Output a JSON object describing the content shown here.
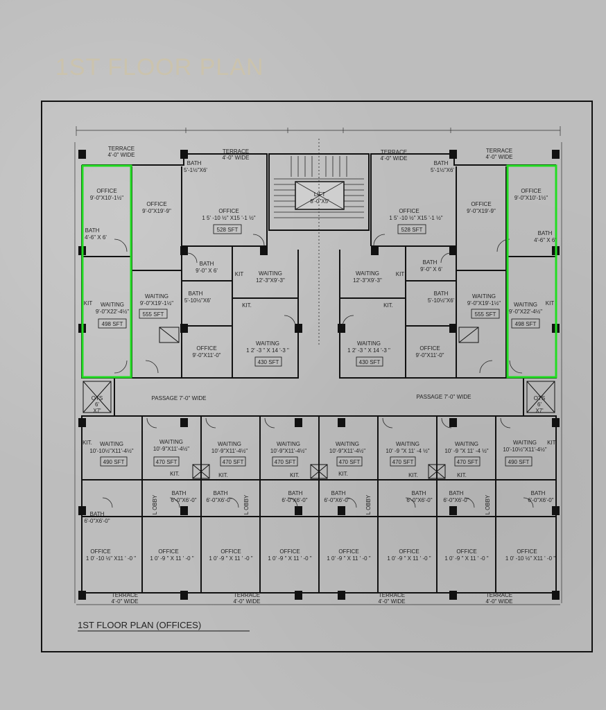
{
  "title": "1ST FLOOR PLAN",
  "caption": "1ST FLOOR PLAN (OFFICES)",
  "colors": {
    "highlight": "#22dd22",
    "wall": "#111111",
    "paper": "#bcbcbc"
  },
  "labels": {
    "terrace": "TERRACE",
    "terrace_wide": "4'-0\" WIDE",
    "office": "OFFICE",
    "bath": "BATH",
    "waiting": "WAITING",
    "kit": "KIT.",
    "kit_short": "KIT",
    "lobby": "L OBBY",
    "passage": "PASSAGE 7'-0\" WIDE",
    "lift": "LIFT",
    "lift_size": "8'-0\"X5'",
    "ots": "OTS",
    "ots_size": "6'",
    "ots_size2": "X7'"
  },
  "rooms": {
    "office_a": "9'-0\"X10'-1½\"",
    "bath_a": "4'-6\" X 6'",
    "waiting_a": "9'-0\"X22'-4½\"",
    "sft_a": "498 SFT",
    "office_b": "9'-0\"X19'-9\"",
    "waiting_b": "9'-0\"X19'-1½\"",
    "sft_b": "555 SFT",
    "office_c": "1 5' -10 ½\" X15 '-1 ½\"",
    "sft_c": "528 SFT",
    "bath_c": "5'-1½\"X6'",
    "bath_d": "9'-0\" X 6'",
    "bath_e": "5'-10½\"X6'",
    "waiting_c": "12'-3\"X9'-3\"",
    "waiting_d": "1 2' -3 \" X 14 '-3 \"",
    "sft_d": "430 SFT",
    "office_d": "9'-0\"X11'-0\"",
    "lower_w1": "10'-10½\"X11'-4½\"",
    "lower_w2": "10'-9\"X11'-4½\"",
    "lower_w3": "10' -9 \"X 11' -4 ½\"",
    "sft_490": "490 SFT",
    "sft_470": "470 SFT",
    "bath_lower": "6'-0\"X6'-0\"",
    "office_l1": "1 0' -10 ½\" X11 ' -0 \"",
    "office_l2": "1 0' -9 \" X 11 ' -0 \""
  }
}
